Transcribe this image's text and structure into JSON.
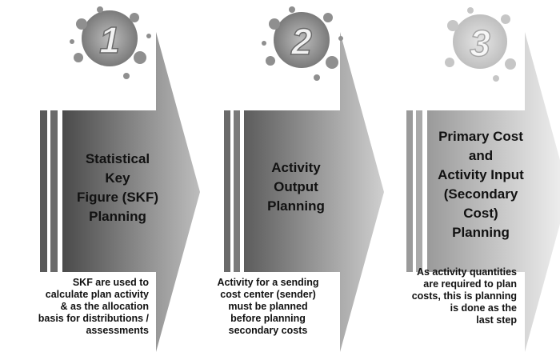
{
  "steps": [
    {
      "number": "1",
      "title_lines": [
        "Statistical",
        "Key",
        "Figure (SKF)",
        "Planning"
      ],
      "description": "SKF are used to\ncalculate plan activity\n& as the  allocation\nbasis for distributions /\nassessments"
    },
    {
      "number": "2",
      "title_lines": [
        "Activity",
        "Output",
        "Planning"
      ],
      "description": "Activity for a sending\ncost center (sender)\nmust be planned\nbefore planning\nsecondary costs"
    },
    {
      "number": "3",
      "title_lines": [
        "Primary Cost",
        "and",
        "Activity Input",
        "(Secondary",
        "Cost)",
        "Planning"
      ],
      "description": "As activity quantities\nare required to plan\ncosts, this is planning\nis done as the\nlast step"
    }
  ],
  "colors": {
    "arrow_dark": "#555555",
    "arrow_mid": "#a8a8a8",
    "arrow_light": "#ebebeb",
    "splat": "#9a9a9a"
  }
}
